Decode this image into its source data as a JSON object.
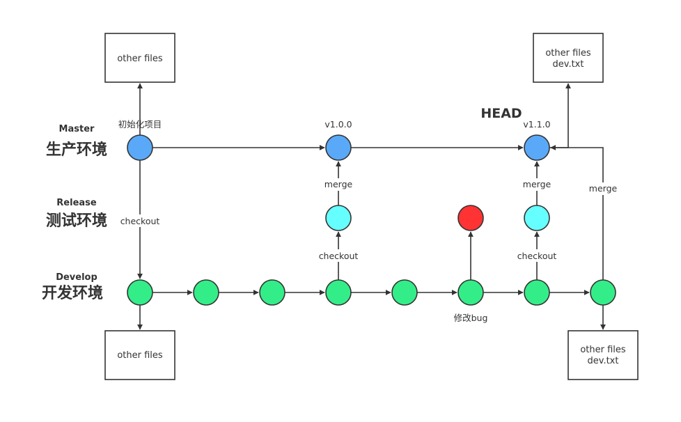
{
  "lanes": {
    "master": {
      "en": "Master",
      "cn": "生产环境"
    },
    "release": {
      "en": "Release",
      "cn": "测试环境"
    },
    "develop": {
      "en": "Develop",
      "cn": "开发环境"
    }
  },
  "head_label": "HEAD",
  "labels": {
    "init": "初始化项目",
    "v100": "v1.0.0",
    "v110": "v1.1.0",
    "merge": "merge",
    "checkout": "checkout",
    "fixbug": "修改bug"
  },
  "boxes": {
    "top_left": [
      "other files"
    ],
    "top_right": [
      "other files",
      "dev.txt"
    ],
    "bottom_left": [
      "other files"
    ],
    "bottom_right": [
      "other files",
      "dev.txt"
    ]
  },
  "colors": {
    "master_node": "#5aa9f8",
    "release_node": "#66ffff",
    "develop_node": "#33ee88",
    "bug_node": "#ff3333"
  }
}
